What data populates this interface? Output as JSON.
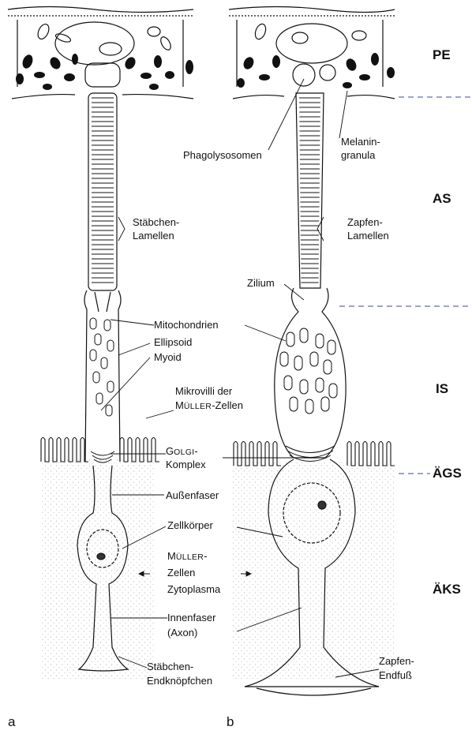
{
  "layers": {
    "pe": "PE",
    "as": "AS",
    "is": "IS",
    "aegs": "ÄGS",
    "aeks": "ÄKS"
  },
  "labels": {
    "phagolysosomen": "Phagolysosomen",
    "melanin_1": "Melanin-",
    "melanin_2": "granula",
    "staebchen_lam_1": "Stäbchen-",
    "staebchen_lam_2": "Lamellen",
    "zapfen_lam_1": "Zapfen-",
    "zapfen_lam_2": "Lamellen",
    "zilium": "Zilium",
    "mitochondrien": "Mitochondrien",
    "ellipsoid": "Ellipsoid",
    "myoid": "Myoid",
    "mikrovilli_1": "Mikrovilli der",
    "mikrovilli_2a": "M",
    "mikrovilli_2b": "ÜLLER",
    "mikrovilli_2c": "-Zellen",
    "golgi_1a": "G",
    "golgi_1b": "OLGI",
    "golgi_1c": "-",
    "golgi_2": "Komplex",
    "aussenfaser": "Außenfaser",
    "zellkoerper": "Zellkörper",
    "mueller_1a": "M",
    "mueller_1b": "ÜLLER",
    "mueller_1c": "-",
    "mueller_2": "Zellen",
    "mueller_3": "Zytoplasma",
    "innenfaser_1": "Innenfaser",
    "innenfaser_2": "(Axon)",
    "staebchen_end_1": "Stäbchen-",
    "staebchen_end_2": "Endknöpfchen",
    "zapfen_end_1": "Zapfen-",
    "zapfen_end_2": "Endfuß"
  },
  "panels": {
    "a": "a",
    "b": "b"
  }
}
